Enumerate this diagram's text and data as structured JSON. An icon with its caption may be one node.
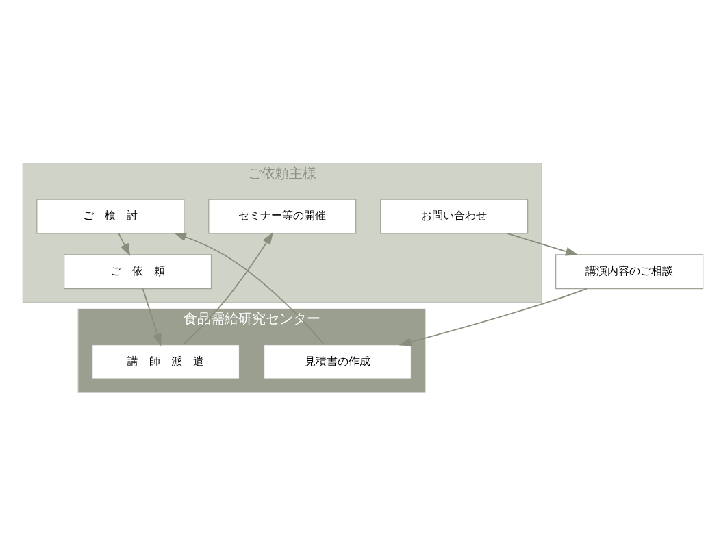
{
  "diagram": {
    "nodes": [
      {
        "text": [
          "ご依頼主様"
        ]
      },
      {
        "text": [
          "食品需給研究センター"
        ]
      },
      {
        "text": [
          "お問い合わせ"
        ],
        "in": 0
      },
      {
        "text": [
          "講演内容のご相談"
        ]
      },
      {
        "text": [
          "ご　検　討"
        ],
        "in": 0
      },
      {
        "text": [
          "見積書の作成"
        ],
        "in": 1
      },
      {
        "text": [
          "ご　依　頼"
        ],
        "in": 0
      },
      {
        "text": [
          "講　師　派　遣"
        ],
        "in": 1
      },
      {
        "text": [
          "セミナー等の開催"
        ],
        "in": 0
      }
    ],
    "edges": [
      {
        "from": 2,
        "to": 3,
        "arrow": "to"
      },
      {
        "from": 3,
        "to": 5,
        "arrow": "to"
      },
      {
        "from": 5,
        "to": 4,
        "arrow": "to"
      },
      {
        "from": 4,
        "to": 6,
        "arrow": "to"
      },
      {
        "from": 6,
        "to": 7,
        "arrow": "to"
      },
      {
        "from": 7,
        "to": 8,
        "arrow": "to"
      }
    ]
  }
}
